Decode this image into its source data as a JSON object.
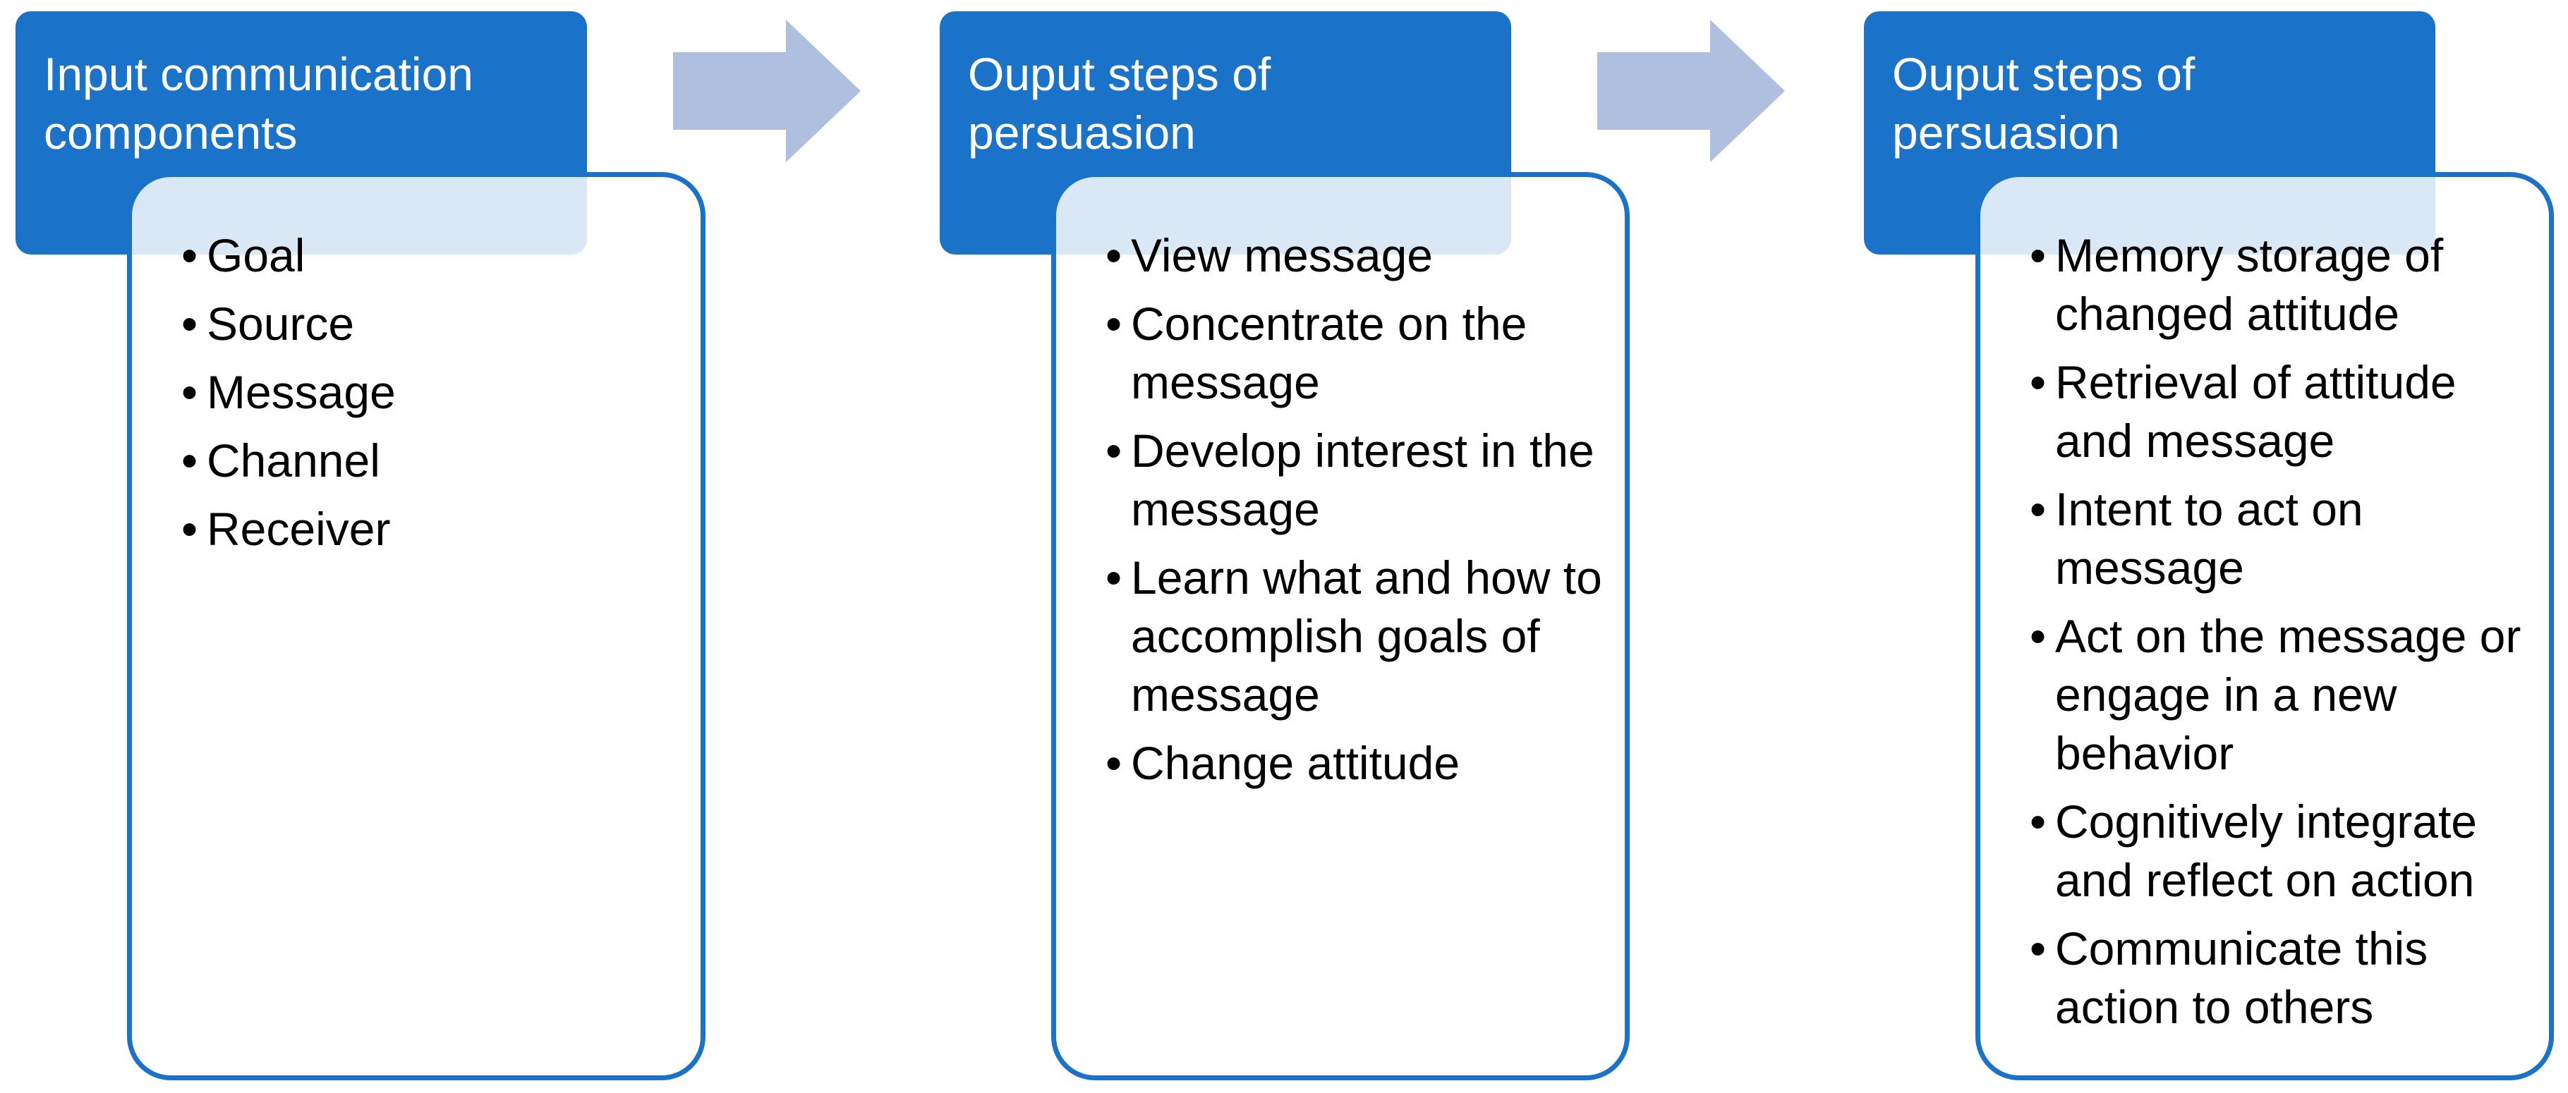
{
  "diagram": {
    "colors": {
      "header_fill": "#1a73c8",
      "box_border": "#1a73c8",
      "arrow_fill": "#aebfe0"
    },
    "columns": [
      {
        "header": "Input communication components",
        "items": [
          "Goal",
          "Source",
          "Message",
          "Channel",
          "Receiver"
        ]
      },
      {
        "header": "Ouput steps of persuasion",
        "items": [
          "View message",
          "Concentrate on the message",
          "Develop interest in the message",
          "Learn what and how to accomplish goals of message",
          "Change attitude"
        ]
      },
      {
        "header": "Ouput steps of persuasion",
        "items": [
          "Memory storage of changed attitude",
          "Retrieval of attitude and message",
          "Intent to act on message",
          "Act on the message or engage in a new behavior",
          "Cognitively integrate and reflect on action",
          "Communicate this action to others"
        ]
      }
    ]
  }
}
